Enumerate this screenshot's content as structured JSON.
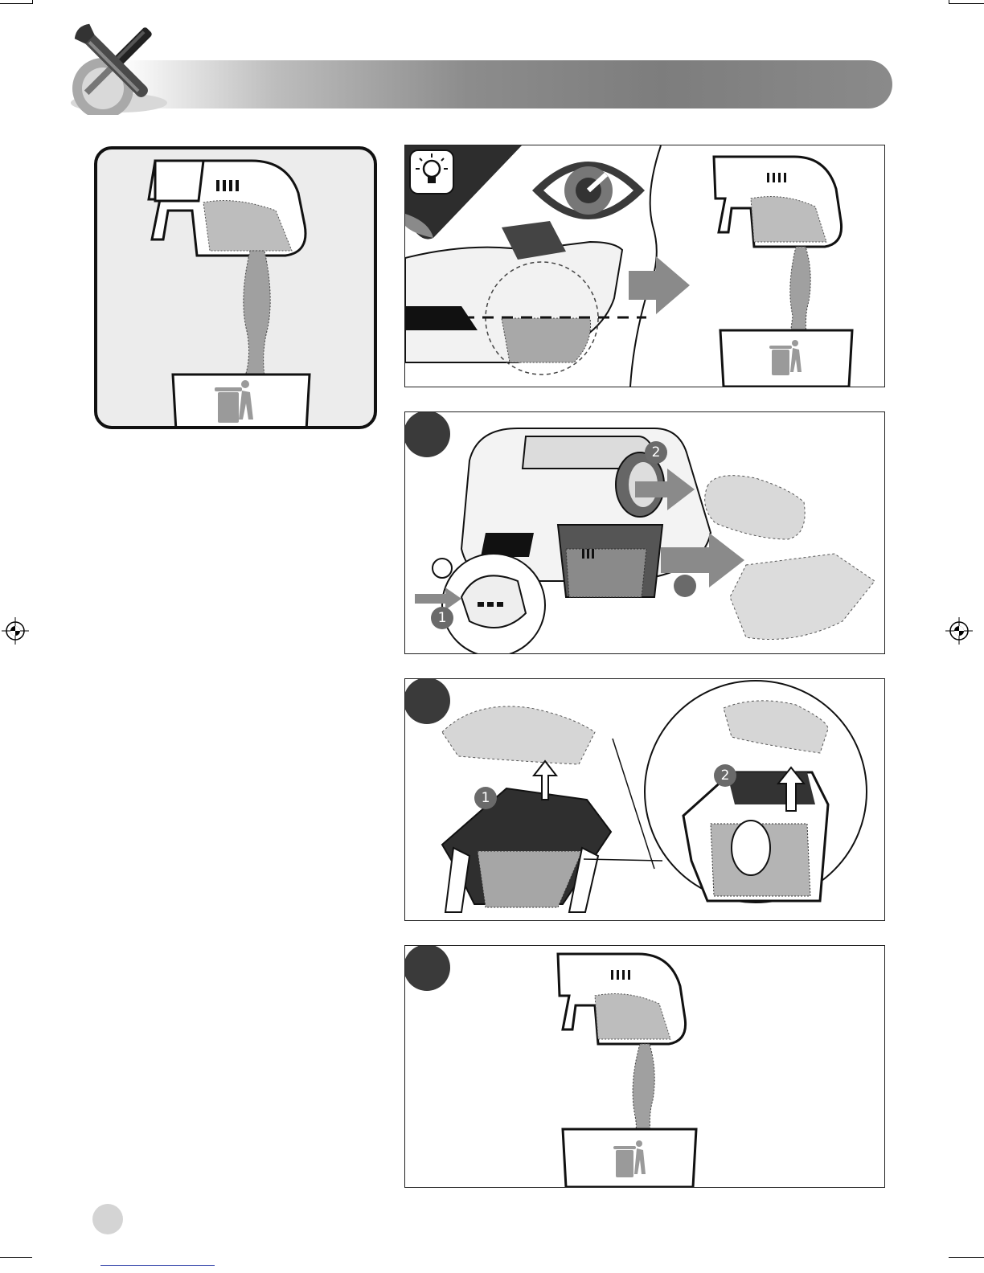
{
  "header": {
    "icon": "tools-icon"
  },
  "panels": {
    "left": {
      "icon": "trash-bin-icon"
    },
    "tip": {
      "tip_icon": "lightbulb-icon",
      "eye_icon": "eye-icon"
    },
    "step_a": {
      "callouts": [
        "1",
        "2"
      ]
    },
    "step_b": {
      "callouts": [
        "1",
        "2"
      ]
    },
    "step_c": {
      "icon": "trash-bin-icon"
    }
  },
  "colors": {
    "accent_dark": "#3a3a3a",
    "bar_gray": "#8a8a8a",
    "panel_bg": "#ececec"
  }
}
